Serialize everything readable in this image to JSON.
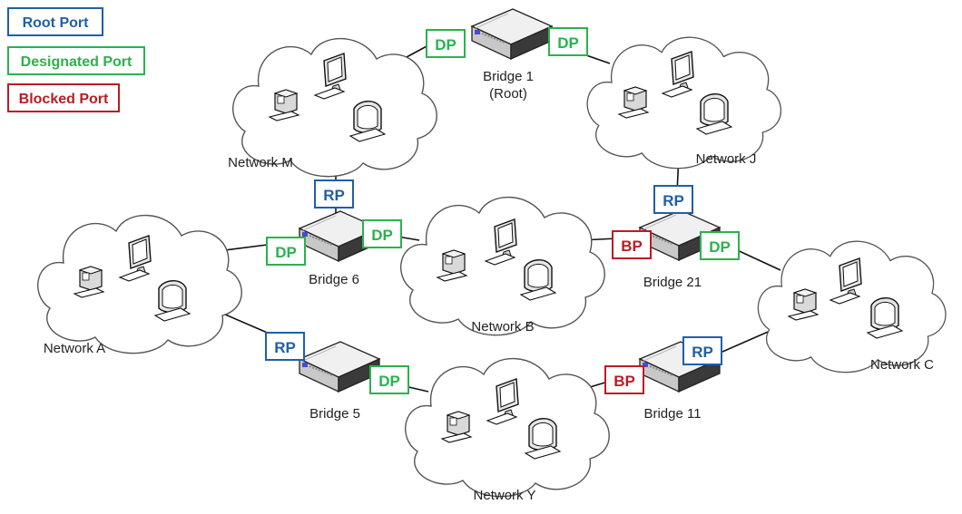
{
  "legend": {
    "root_port": "Root Port",
    "designated_port": "Designated Port",
    "blocked_port": "Blocked Port"
  },
  "colors": {
    "root_port": "#1f5fa8",
    "designated_port": "#2bb24c",
    "blocked_port": "#b81d24",
    "link": "#111111"
  },
  "port_tags": {
    "rp": "RP",
    "dp": "DP",
    "bp": "BP"
  },
  "bridges": {
    "bridge_1": "Bridge 1",
    "bridge_1_sub": "(Root)",
    "bridge_6": "Bridge 6",
    "bridge_21": "Bridge 21",
    "bridge_5": "Bridge 5",
    "bridge_11": "Bridge 11"
  },
  "networks": {
    "network_m": "Network M",
    "network_j": "Network J",
    "network_a": "Network A",
    "network_b": "Network B",
    "network_c": "Network C",
    "network_y": "Network Y"
  }
}
